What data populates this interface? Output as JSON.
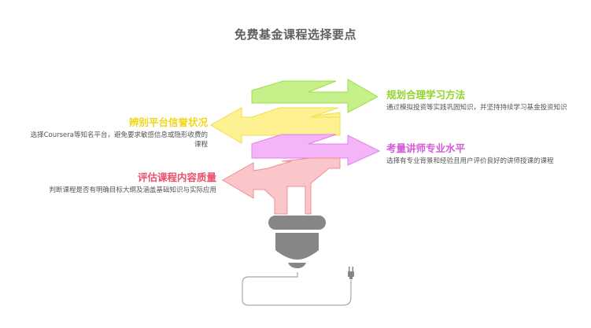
{
  "title": "免费基金课程选择要点",
  "colors": {
    "green": "#c6f08a",
    "green_stroke": "#9fdd4c",
    "green_text": "#8fd42a",
    "yellow": "#fdf191",
    "yellow_stroke": "#f2de4a",
    "yellow_text": "#f2d519",
    "purple": "#f3b5f7",
    "purple_stroke": "#e07fea",
    "purple_text": "#d65ad8",
    "pink": "#fbc6c9",
    "pink_stroke": "#ee8d98",
    "pink_text": "#ec4f6b",
    "bulb_base": "#868686",
    "cord": "#a6a6a6"
  },
  "items": [
    {
      "id": "plan",
      "side": "right",
      "heading": "规划合理学习方法",
      "description": "通过模拟投资等实践巩固知识，并坚持持续学习基金投资知识"
    },
    {
      "id": "platform",
      "side": "left",
      "heading": "辨别平台信誉状况",
      "description": "选择Coursera等知名平台，避免要求敏感信息或隐形收费的课程"
    },
    {
      "id": "instructor",
      "side": "right",
      "heading": "考量讲师专业水平",
      "description": "选择有专业背景和经验且用户评价良好的讲师授课的课程"
    },
    {
      "id": "quality",
      "side": "left",
      "heading": "评估课程内容质量",
      "description": "判断课程是否有明确目标大纲及涵盖基础知识与实际应用"
    }
  ]
}
